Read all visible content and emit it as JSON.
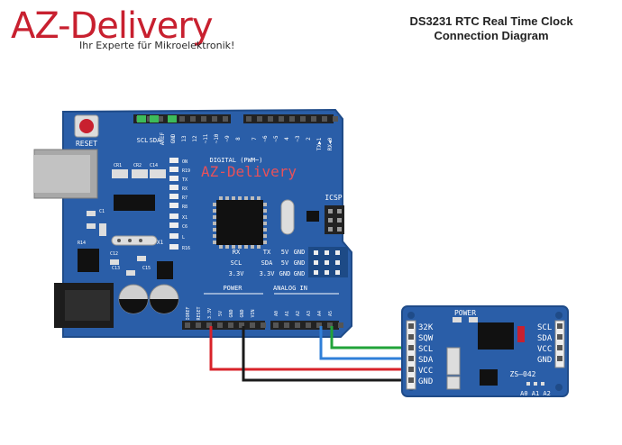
{
  "brand": {
    "logo_text": "AZ-Delivery",
    "tagline": "Ihr Experte für Mikroelektronik!"
  },
  "diagram": {
    "title_line1": "DS3231 RTC Real Time Clock",
    "title_line2": "Connection Diagram"
  },
  "arduino": {
    "reset_label": "RESET",
    "digital_header_label": "DIGITAL (PWM~)",
    "top_pin_labels": [
      "SCL",
      "SDA",
      "AREF",
      "GND",
      "13",
      "12",
      "~11",
      "~10",
      "~9",
      "8",
      "7",
      "~6",
      "~5",
      "4",
      "~3",
      "2",
      "TX▶1",
      "RX◀0"
    ],
    "board_logo": "AZ-Delivery",
    "icsp_label": "ICSP",
    "pin_legend_rows": [
      [
        "RX",
        "TX",
        "5V",
        "GND"
      ],
      [
        "SCL",
        "SDA",
        "5V",
        "GND"
      ],
      [
        "3.3V",
        "3.3V",
        "GND",
        "GND"
      ]
    ],
    "power_label": "POWER",
    "analog_label": "ANALOG IN",
    "bottom_pin_labels": [
      "IOREF",
      "RESET",
      "3.3V",
      "5V",
      "GND",
      "GND",
      "VIN",
      "A0",
      "A1",
      "A2",
      "A3",
      "A4",
      "A5"
    ],
    "chip_labels": [
      "CR1",
      "CR2",
      "C14",
      "C1",
      "C12",
      "C13",
      "C15",
      "X1",
      "R14"
    ],
    "led_labels": [
      "ON",
      "R19",
      "TX",
      "RX",
      "R7",
      "R8",
      "X1",
      "C6",
      "L",
      "R16"
    ]
  },
  "rtc_module": {
    "left_pins": [
      "32K",
      "SQW",
      "SCL",
      "SDA",
      "VCC",
      "GND"
    ],
    "right_pins": [
      "SCL",
      "SDA",
      "VCC",
      "GND"
    ],
    "power_label": "POWER",
    "model_label": "ZS—042",
    "addr_label": "A0 A1 A2"
  },
  "wires": {
    "colors": {
      "scl": "#22a33a",
      "sda": "#2f7fd8",
      "vcc": "#d8232a",
      "gnd": "#1a1a1a"
    }
  }
}
